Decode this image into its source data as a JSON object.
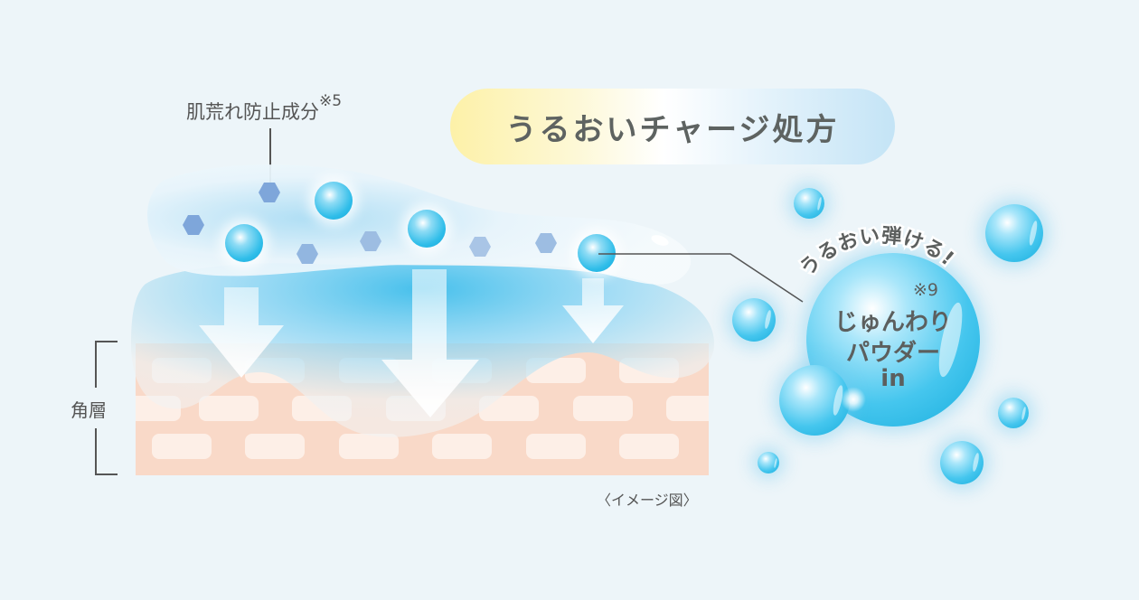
{
  "title": "うるおいチャージ処方",
  "ingredient_label": {
    "text": "肌荒れ防止成分",
    "note": "※5"
  },
  "layer_label": "角層",
  "caption": "〈イメージ図〉",
  "powder": {
    "arc_text": "うるおい弾ける!",
    "note": "※9",
    "line1": "じゅんわり",
    "line2": "パウダー",
    "line3": "in"
  },
  "colors": {
    "background": "#edf5f9",
    "skin": "#f9d9c8",
    "brick": "#fdefe7",
    "water": "#3fbfeb",
    "hex": "#7ea9dc",
    "pill_left": "#fdf1a8",
    "pill_right": "#c4e4f6",
    "text": "#5c5f5e"
  }
}
